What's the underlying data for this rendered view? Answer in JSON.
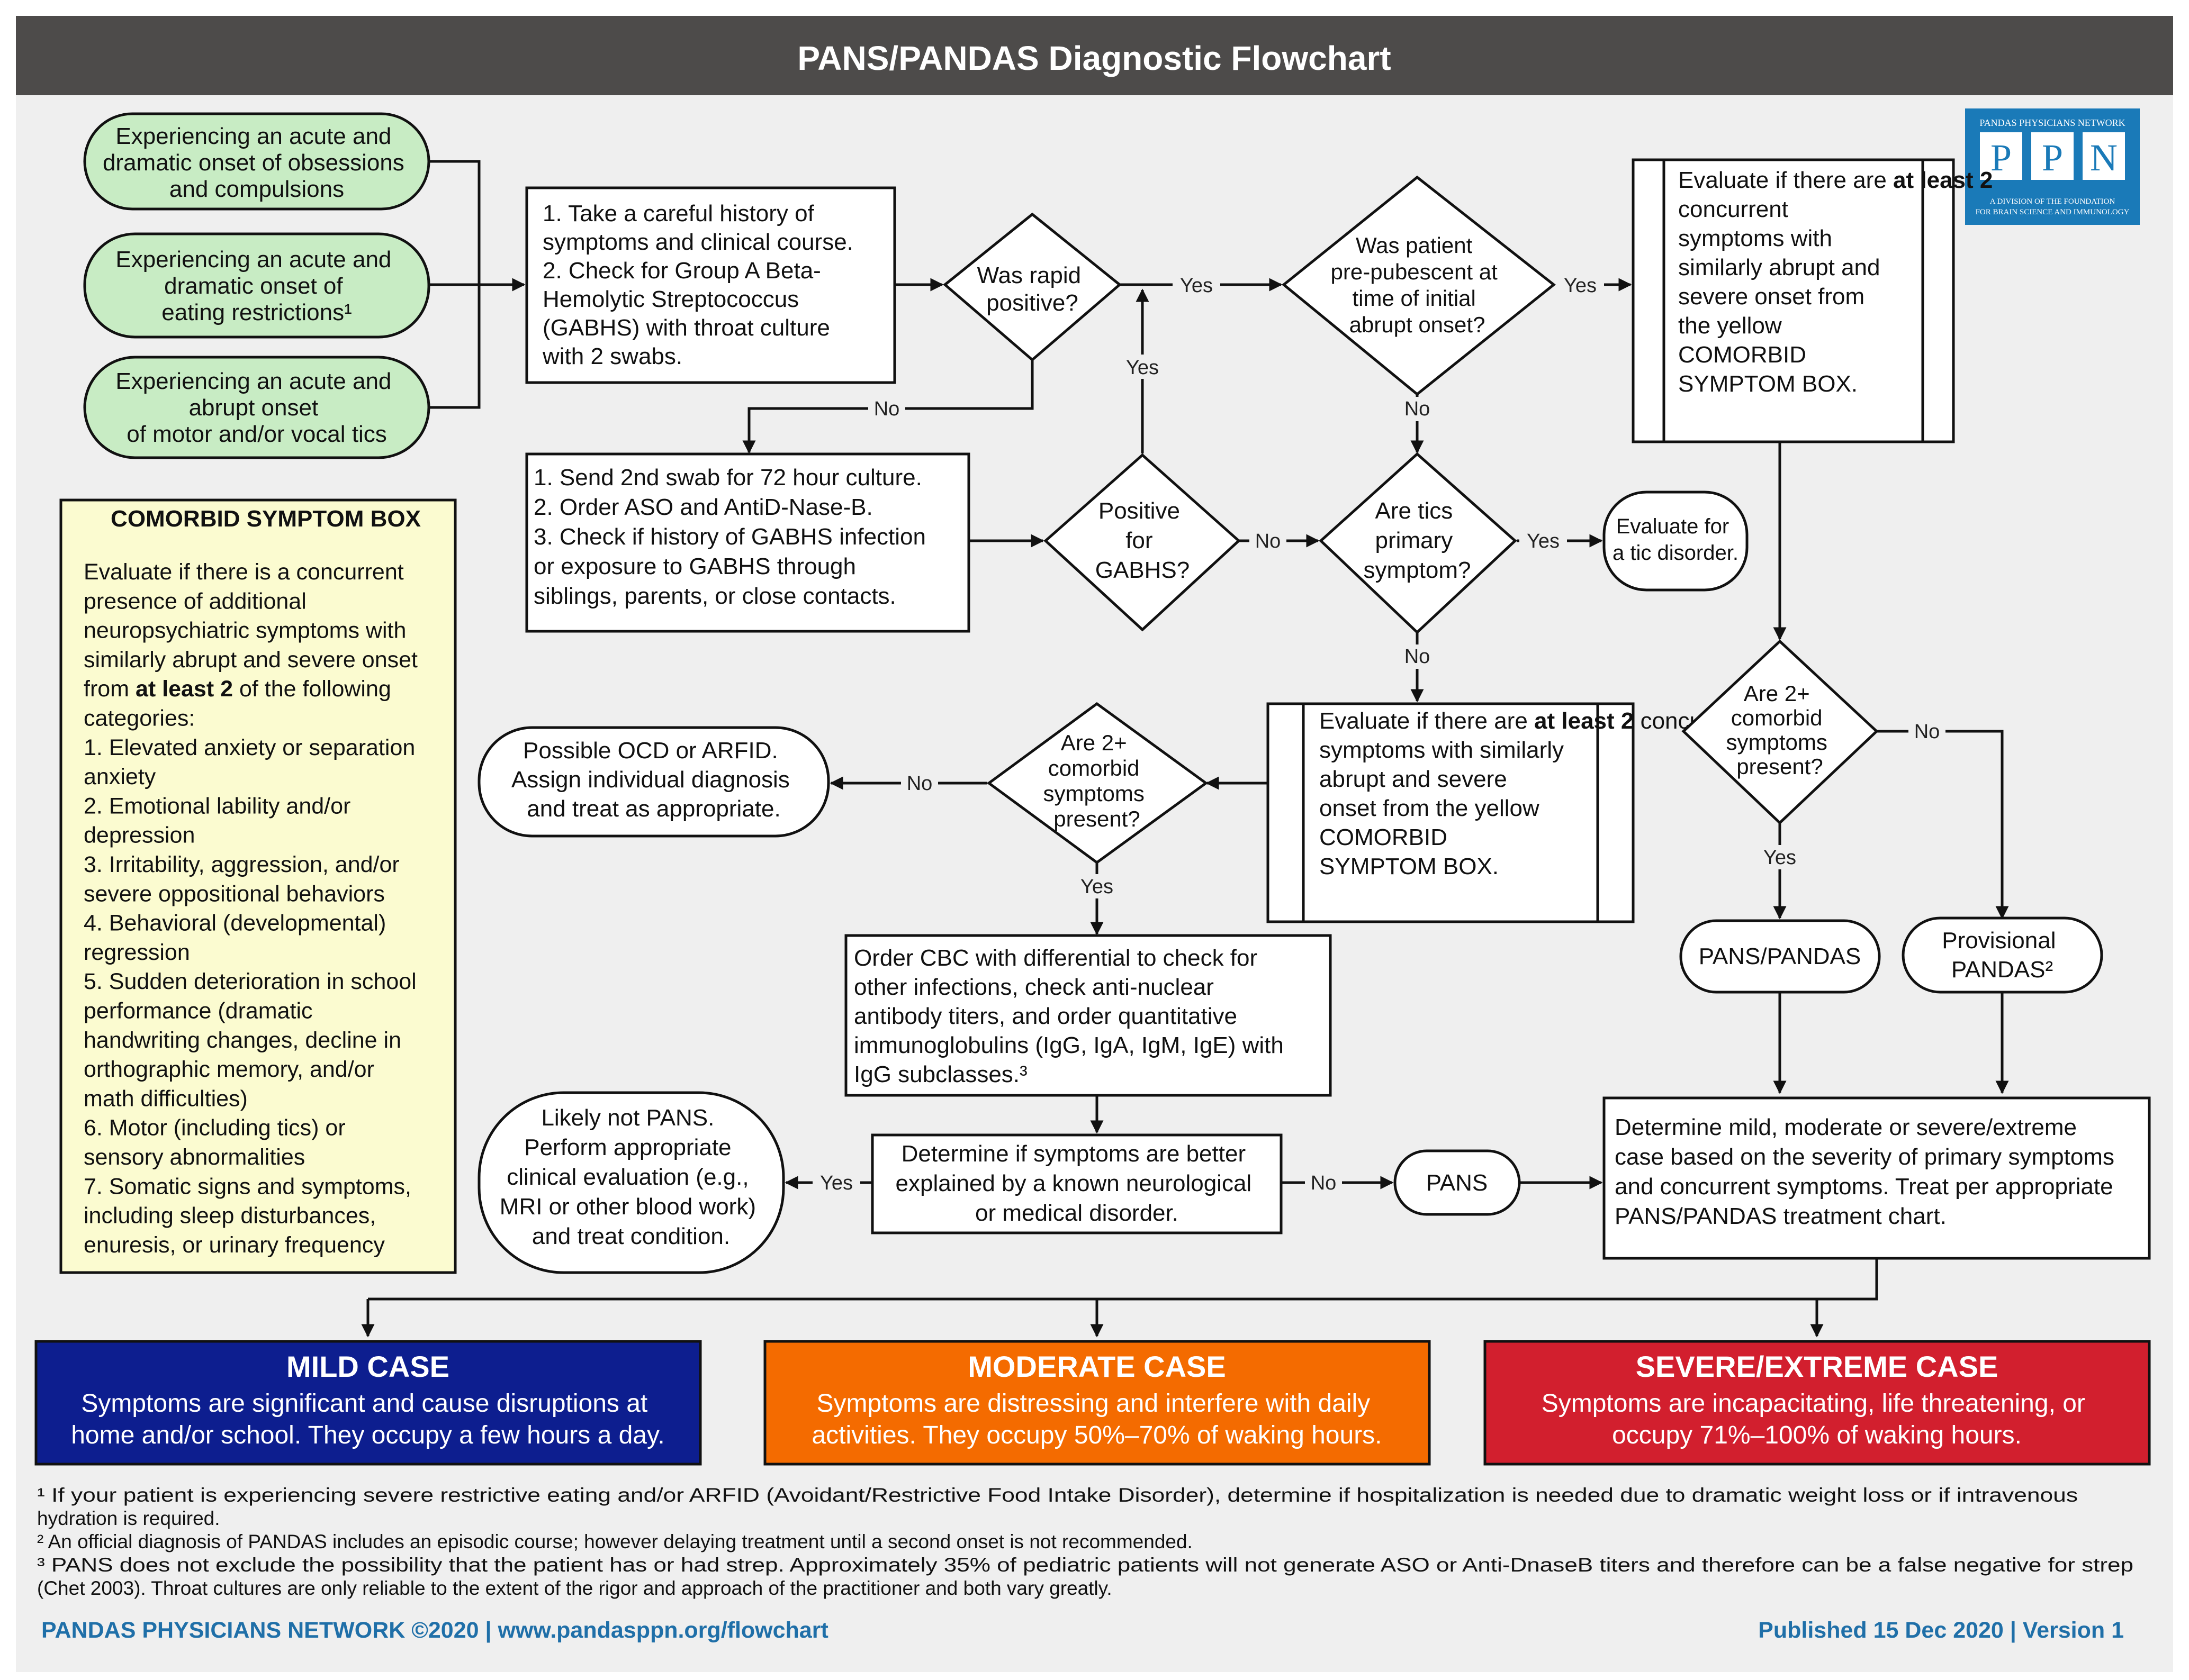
{
  "title": "PANS/PANDAS Diagnostic Flowchart",
  "colors": {
    "header_bg": "#4d4b4a",
    "canvas_bg": "#efefef",
    "onset_fill": "#c8ecc4",
    "comorbid_fill": "#fbfbd0",
    "mild": "#0d1e8f",
    "moderate": "#f46b00",
    "severe": "#d21f2e",
    "footer_text": "#1f6fa8",
    "logo_bg": "#1a7ab8"
  },
  "logo": {
    "top": "PANDAS PHYSICIANS NETWORK",
    "letters": [
      "P",
      "P",
      "N"
    ],
    "bottom_1": "A DIVISION OF THE FOUNDATION",
    "bottom_2": "FOR BRAIN SCIENCE AND IMMUNOLOGY"
  },
  "onset": [
    [
      "Experiencing an acute and",
      "dramatic onset of obsessions",
      "and compulsions"
    ],
    [
      "Experiencing an acute and",
      "dramatic onset of",
      "eating restrictions¹"
    ],
    [
      "Experiencing an acute and",
      "abrupt onset",
      "of motor and/or vocal tics"
    ]
  ],
  "history_box": [
    "1. Take a careful history of",
    "symptoms and clinical course.",
    "2. Check for Group A Beta-",
    "Hemolytic Streptococcus",
    "(GABHS) with throat culture",
    "with 2 swabs."
  ],
  "rapid_q": [
    "Was rapid",
    "positive?"
  ],
  "prepubescent_q": [
    "Was patient",
    "pre-pubescent at",
    "time of initial",
    "abrupt onset?"
  ],
  "evaluate_top": {
    "lines": [
      [
        "Evaluate if there are"
      ],
      [
        "",
        "at least 2"
      ],
      [
        "concurrent"
      ],
      [
        "symptoms with"
      ],
      [
        "similarly abrupt and"
      ],
      [
        "severe onset from"
      ],
      [
        "the yellow"
      ],
      [
        "COMORBID"
      ],
      [
        "SYMPTOM BOX."
      ]
    ]
  },
  "culture_box": [
    "1. Send 2nd swab for 72 hour culture.",
    "2. Order ASO and AntiD-Nase-B.",
    "3. Check if history of GABHS infection",
    "or exposure to GABHS through",
    "siblings, parents, or close contacts."
  ],
  "positive_q": [
    "Positive",
    "for",
    "GABHS?"
  ],
  "tics_q": [
    "Are tics",
    "primary",
    "symptom?"
  ],
  "tic_disorder": [
    "Evaluate for",
    "a tic disorder."
  ],
  "comorbid_box": {
    "title": "COMORBID SYMPTOM BOX",
    "lines": [
      [
        "Evaluate if there is a concurrent"
      ],
      [
        "presence of additional"
      ],
      [
        "neuropsychiatric symptoms with"
      ],
      [
        "similarly abrupt and severe onset"
      ],
      [
        "from ",
        "at least 2",
        " of the following"
      ],
      [
        "categories:"
      ],
      [
        "1. Elevated anxiety or separation"
      ],
      [
        "anxiety"
      ],
      [
        "2. Emotional lability and/or"
      ],
      [
        "depression"
      ],
      [
        "3. Irritability, aggression, and/or"
      ],
      [
        "severe oppositional behaviors"
      ],
      [
        "4. Behavioral (developmental)"
      ],
      [
        "regression"
      ],
      [
        "5. Sudden deterioration in school"
      ],
      [
        "performance (dramatic"
      ],
      [
        "handwriting changes, decline in"
      ],
      [
        "orthographic memory, and/or"
      ],
      [
        "math difficulties)"
      ],
      [
        "6. Motor (including tics) or"
      ],
      [
        "sensory abnormalities"
      ],
      [
        "7. Somatic signs and symptoms,"
      ],
      [
        "including sleep disturbances,"
      ],
      [
        "enuresis, or urinary frequency"
      ]
    ]
  },
  "evaluate_mid": {
    "lines": [
      [
        "Evaluate if there are ",
        "at"
      ],
      [
        "",
        "least 2",
        " concurrent"
      ],
      [
        "symptoms with similarly"
      ],
      [
        "abrupt and severe"
      ],
      [
        "onset from the yellow"
      ],
      [
        "COMORBID"
      ],
      [
        "SYMPTOM BOX."
      ]
    ]
  },
  "left_q": [
    "Are 2+",
    "comorbid",
    "symptoms",
    "present?"
  ],
  "right_q": [
    "Are 2+",
    "comorbid",
    "symptoms",
    "present?"
  ],
  "ocd_box": [
    "Possible OCD or ARFID.",
    "Assign individual diagnosis",
    "and treat as appropriate."
  ],
  "cbc_box": [
    "Order CBC with differential to check for",
    "other infections, check anti-nuclear",
    "antibody titers, and order quantitative",
    "immunoglobulins (IgG, IgA, IgM, IgE) with",
    "IgG subclasses.³"
  ],
  "pans_pandas": "PANS/PANDAS",
  "provisional": [
    "Provisional",
    "PANDAS²"
  ],
  "likely_box": [
    "Likely not PANS.",
    "Perform appropriate",
    "clinical evaluation (e.g.,",
    "MRI or other blood work)",
    "and treat condition."
  ],
  "determine_box": [
    "Determine if symptoms are better",
    "explained by a known neurological",
    "or medical disorder."
  ],
  "pans": "PANS",
  "severity_box": [
    "Determine mild, moderate or severe/extreme",
    "case based on the severity of primary symptoms",
    "and concurrent symptoms. Treat per appropriate",
    "PANS/PANDAS treatment chart."
  ],
  "edge_labels": {
    "yes": "Yes",
    "no": "No"
  },
  "cases": [
    {
      "title": "MILD CASE",
      "lines": [
        "Symptoms are significant and cause disruptions at",
        "home and/or school. They occupy a few hours a day."
      ]
    },
    {
      "title": "MODERATE CASE",
      "lines": [
        "Symptoms are distressing and interfere with daily",
        "activities. They occupy 50%–70% of waking hours."
      ]
    },
    {
      "title": "SEVERE/EXTREME CASE",
      "lines": [
        "Symptoms are incapacitating, life threatening, or",
        "occupy 71%–100% of waking hours."
      ]
    }
  ],
  "footnotes": [
    "¹ If your patient is experiencing severe restrictive eating and/or ARFID (Avoidant/Restrictive Food Intake Disorder), determine if hospitalization is needed due to dramatic weight loss or if intravenous",
    "hydration is required.",
    "² An official diagnosis of PANDAS includes an episodic course; however delaying treatment until a second onset is not recommended.",
    "³ PANS does not exclude the possibility that the patient has or had strep. Approximately 35% of pediatric patients will not generate ASO or Anti-DnaseB titers and therefore can be a false negative for strep",
    "(Chet 2003).  Throat cultures are only reliable to the extent of the rigor and approach of the practitioner and both vary greatly."
  ],
  "footer": {
    "left": "PANDAS PHYSICIANS NETWORK ©2020  |  www.pandasppn.org/flowchart",
    "right": "Published 15 Dec 2020  |  Version 1"
  }
}
